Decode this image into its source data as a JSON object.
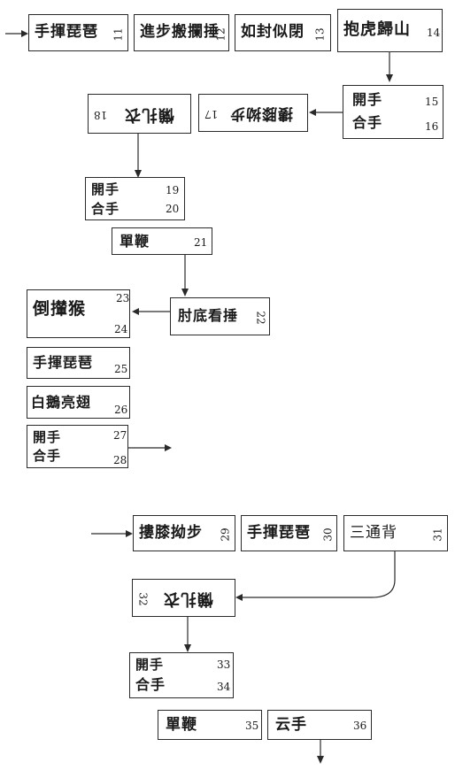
{
  "steps": [
    {
      "num": "11",
      "text": "手揮琵琶"
    },
    {
      "num": "12",
      "text": "進步搬攔捶"
    },
    {
      "num": "13",
      "text": "如封似閉"
    },
    {
      "num": "14",
      "text": "抱虎歸山"
    },
    {
      "num": "15",
      "text": "開手"
    },
    {
      "num": "16",
      "text": "合手"
    },
    {
      "num": "17",
      "text": "摟膝拗步"
    },
    {
      "num": "18",
      "text": "懶扎衣"
    },
    {
      "num": "19",
      "text": "開手"
    },
    {
      "num": "20",
      "text": "合手"
    },
    {
      "num": "21",
      "text": "單鞭"
    },
    {
      "num": "22",
      "text": "肘底看捶"
    },
    {
      "num": "23",
      "text": "倒攆猴"
    },
    {
      "num": "24",
      "text": ""
    },
    {
      "num": "25",
      "text": "手揮琵琶"
    },
    {
      "num": "26",
      "text": "白鵝亮翅"
    },
    {
      "num": "27",
      "text": "開手"
    },
    {
      "num": "28",
      "text": "合手"
    },
    {
      "num": "29",
      "text": "摟膝拗步"
    },
    {
      "num": "30",
      "text": "手揮琵琶"
    },
    {
      "num": "31",
      "text": "三通背"
    },
    {
      "num": "32",
      "text": "懶扎衣"
    },
    {
      "num": "33",
      "text": "開手"
    },
    {
      "num": "34",
      "text": "合手"
    },
    {
      "num": "35",
      "text": "單鞭"
    },
    {
      "num": "36",
      "text": "云手"
    }
  ]
}
